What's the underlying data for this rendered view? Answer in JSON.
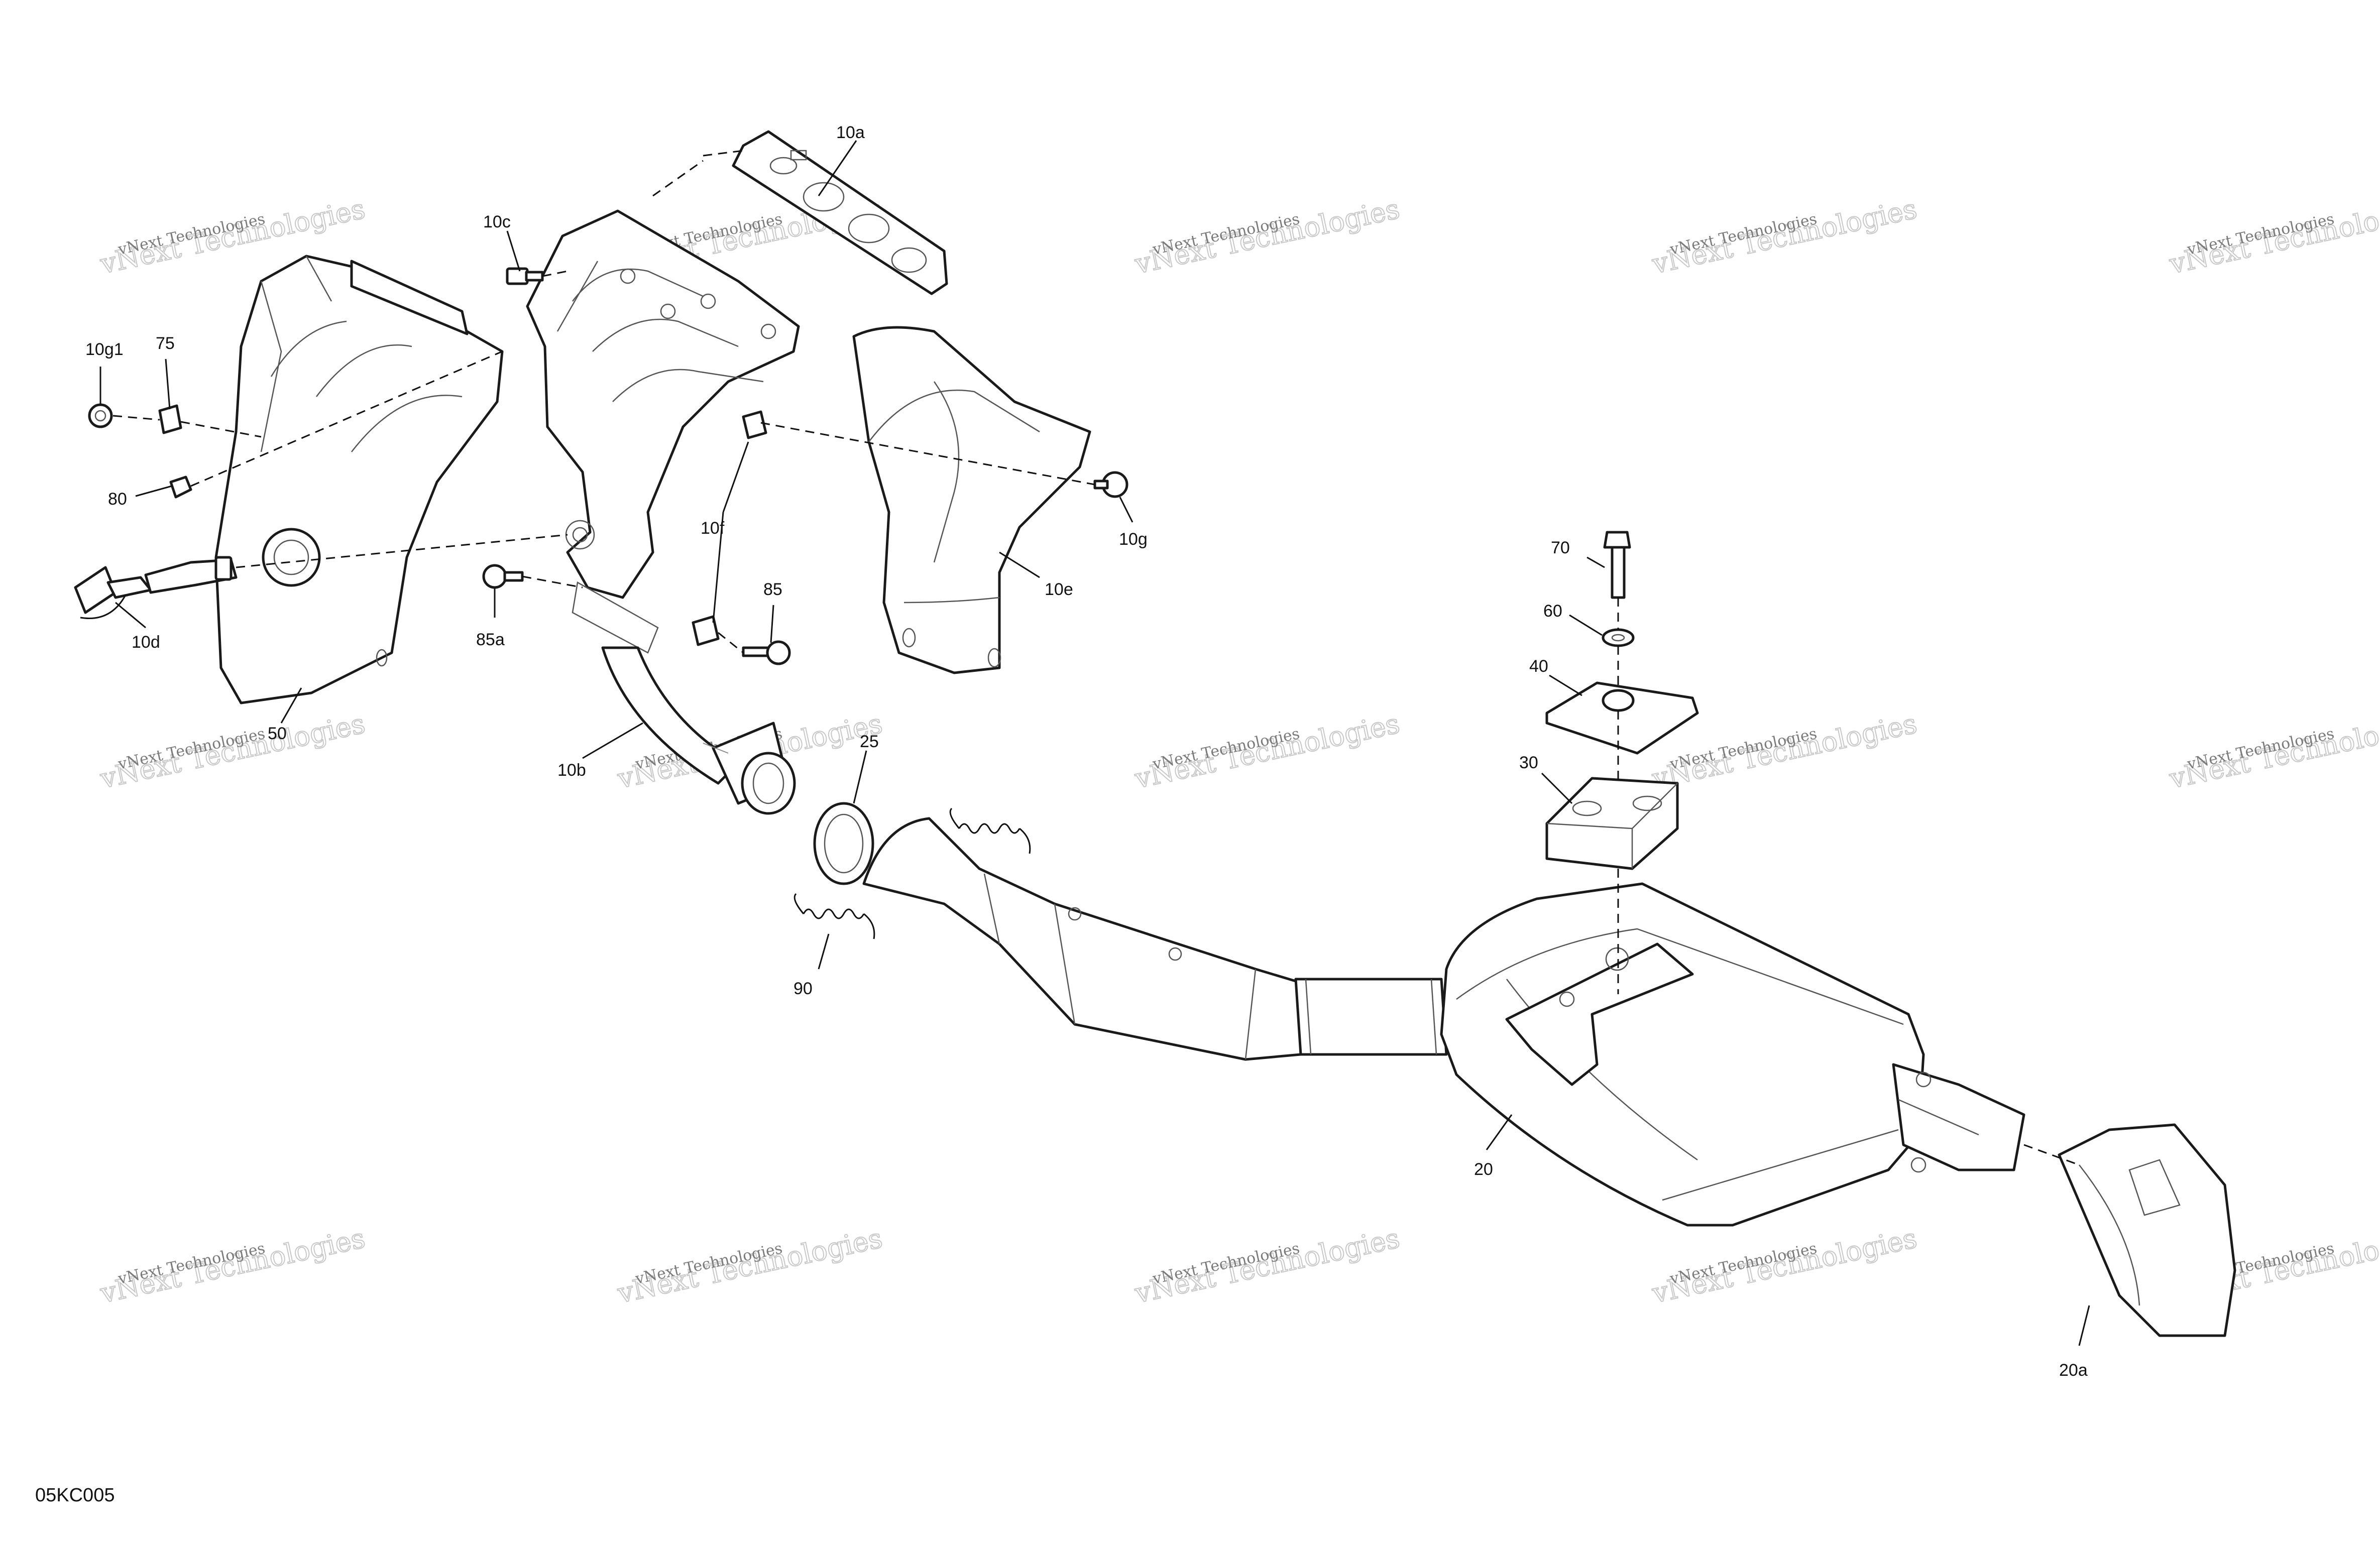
{
  "diagram": {
    "figure_id": "05KC005",
    "watermark": {
      "line1": "vNext Technologies",
      "line2": "vNext Technologies"
    },
    "callouts": {
      "c10a": "10a",
      "c10c": "10c",
      "c10g1": "10g1",
      "c75": "75",
      "c80": "80",
      "c10d": "10d",
      "c50": "50",
      "c85a": "85a",
      "c10b": "10b",
      "c10f": "10f",
      "c85": "85",
      "c25": "25",
      "c90": "90",
      "c10e": "10e",
      "c10g": "10g",
      "c70": "70",
      "c60": "60",
      "c40": "40",
      "c30": "30",
      "c20": "20",
      "c20a": "20a"
    }
  }
}
